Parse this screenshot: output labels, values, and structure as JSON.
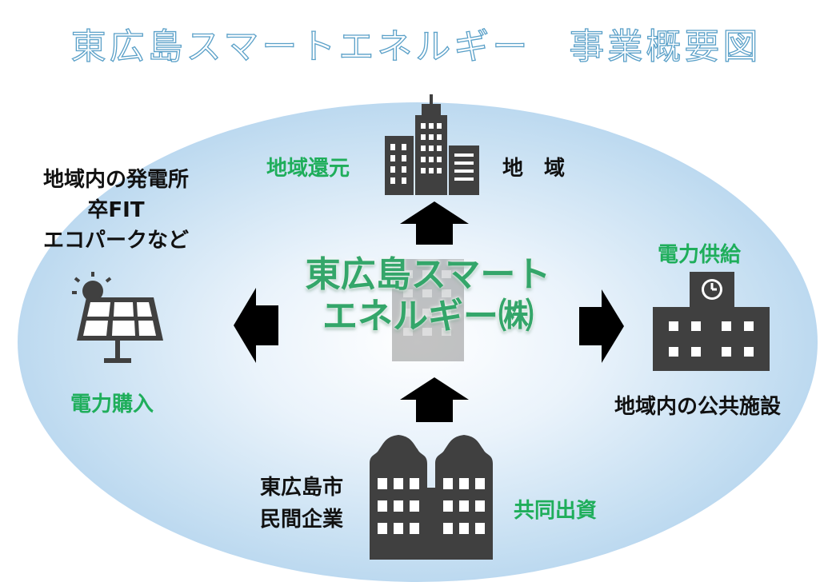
{
  "title": "東広島スマートエネルギー　事業概要図",
  "center": {
    "line1": "東広島スマート",
    "line2": "エネルギー㈱"
  },
  "top": {
    "left_label": "地域還元",
    "right_label": "地　域"
  },
  "left": {
    "lines": [
      "地域内の発電所",
      "卒FIT",
      "エコパークなど"
    ],
    "label": "電力購入"
  },
  "right": {
    "label": "電力供給",
    "caption": "地域内の公共施設"
  },
  "bottom": {
    "lines": [
      "東広島市",
      "民間企業"
    ],
    "label": "共同出資"
  },
  "colors": {
    "green_label": "#1fae5b",
    "icon": "#404040",
    "arrow": "#000000",
    "title_outline": "#5aa0c8"
  },
  "icons": [
    "office-building-icon",
    "solar-panel-icon",
    "public-facility-icon",
    "townhouses-icon",
    "center-building-icon"
  ]
}
